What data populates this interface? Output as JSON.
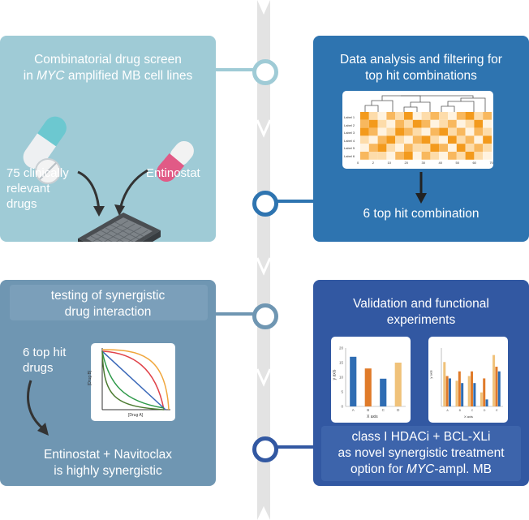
{
  "panel1": {
    "title_line1": "Combinatorial drug screen",
    "title_line2_italic": "MYC",
    "title_line2_rest": " amplified MB cell lines",
    "left_label": [
      "75 clinically",
      "relevant",
      "drugs"
    ],
    "right_label": "Entinostat",
    "colors": {
      "bg": "#9fcbd6",
      "pill_teal": "#6cc8d0",
      "pill_pink": "#e15a86"
    }
  },
  "panel2": {
    "title_line1": "Data analysis and filtering for",
    "title_line2": "top hit combinations",
    "result": "6 top hit combination",
    "heatmap_rows": [
      "Label 1",
      "Label 2",
      "Label 3",
      "Label 4",
      "Label 5",
      "Label 6"
    ],
    "heatmap_xticks": [
      "0",
      "2",
      "10",
      "20",
      "30",
      "40",
      "50",
      "60",
      "70"
    ],
    "colors": {
      "bg": "#2e74b0",
      "heat_hi": "#f39a1c",
      "heat_lo": "#fde7c4"
    }
  },
  "panel3": {
    "title_line1": "testing of synergistic",
    "title_line2": "drug interaction",
    "left_label": [
      "6 top hit",
      "drugs"
    ],
    "result_line1": "Entinostat + Navitoclax",
    "result_line2": "is highly synergistic",
    "plot_ylabel": "[Drug B]",
    "plot_xlabel": "[Drug A]",
    "colors": {
      "bg": "#6f96b2"
    }
  },
  "panel4": {
    "title_line1": "Validation and functional",
    "title_line2": "experiments",
    "result_line1": "class I HDACi + BCL-XLi",
    "result_line2": "as novel synergistic treatment",
    "result_line3_before": "option for ",
    "result_line3_italic": "MYC",
    "result_line3_after": "-ampl. MB",
    "chart1_ylabel": "y axis",
    "chart1_xlabel": "X axis",
    "chart1_categories": [
      "A",
      "B",
      "C",
      "D"
    ],
    "chart1_yticks": [
      "0",
      "5",
      "10",
      "15",
      "20"
    ],
    "chart2_ylabel": "y axis",
    "chart2_xlabel": "X axis",
    "colors": {
      "bg": "#3258a2",
      "bar_blue": "#2f6db3",
      "bar_orange": "#e07b2a",
      "bar_tan": "#f0c27a"
    }
  },
  "chart_data": [
    {
      "type": "bar",
      "categories": [
        "A",
        "B",
        "C",
        "D"
      ],
      "values": [
        17,
        13,
        9.5,
        15
      ],
      "xlabel": "X axis",
      "ylabel": "y axis",
      "ylim": [
        0,
        20
      ]
    },
    {
      "type": "bar",
      "categories": [
        "A",
        "B",
        "C",
        "D",
        "E"
      ],
      "series": [
        {
          "values": [
            19,
            11,
            13,
            6,
            22
          ]
        },
        {
          "values": [
            13,
            15,
            15,
            12,
            17
          ]
        },
        {
          "values": [
            12,
            10,
            10,
            3,
            15
          ]
        }
      ],
      "xlabel": "X axis",
      "ylabel": "y axis"
    }
  ]
}
